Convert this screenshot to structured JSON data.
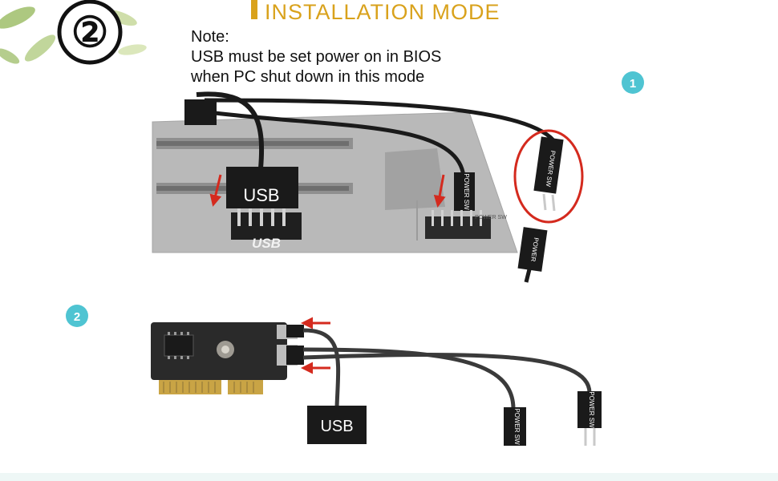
{
  "header": {
    "step_number": "②",
    "title": "INSTALLATION MODE"
  },
  "note": {
    "heading": "Note:",
    "line1": "USB must be set power on in BIOS",
    "line2": "when PC shut down in this mode"
  },
  "steps": {
    "step1_badge": "1",
    "step2_badge": "2"
  },
  "labels": {
    "usb_plug_top": "USB",
    "usb_header_top": "USB",
    "power_sw_top": "POWER SW",
    "power_sw_mb": "POWER SW",
    "power_connector": "POWER",
    "usb_plug_bottom": "USB",
    "power_sw_bottom_1": "POWER SW",
    "power_sw_bottom_2": "POWER SW"
  },
  "colors": {
    "title": "#d9a21c",
    "badge": "#4fc4d2",
    "arrow": "#d42a1e",
    "highlight": "#d42a1e",
    "cable": "#1a1a1a",
    "motherboard": "#b9b9b9",
    "card": "#2a2a2a",
    "gold": "#c9a445"
  }
}
